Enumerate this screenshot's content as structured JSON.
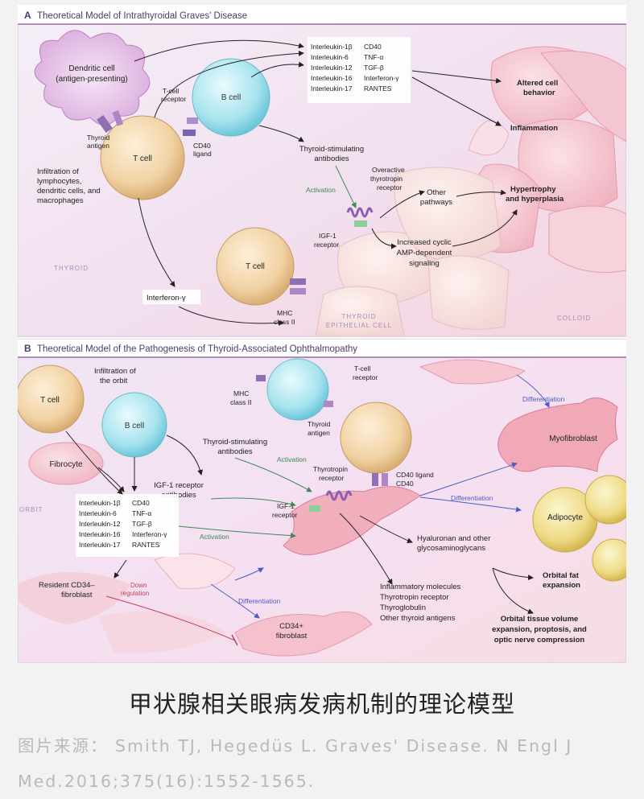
{
  "panelA": {
    "title": "Theoretical Model of Intrathyroidal Graves' Disease",
    "letter": "A",
    "dendritic_cell": [
      "Dendritic cell",
      "(antigen-presenting)"
    ],
    "b_cell": "B cell",
    "t_cell": "T cell",
    "t_cell_2": "T cell",
    "t_cell_receptor": [
      "T-cell",
      "receptor"
    ],
    "thyroid_antigen": [
      "Thyroid",
      "antigen"
    ],
    "cd40_ligand": [
      "CD40",
      "ligand"
    ],
    "infiltration": [
      "Infiltration of",
      "lymphocytes,",
      "dendritic cells, and",
      "macrophages"
    ],
    "cytokines_left": [
      "Interleukin-1β",
      "Interleukin-6",
      "Interleukin-12",
      "Interleukin-16",
      "Interleukin-17"
    ],
    "cytokines_right": [
      "CD40",
      "TNF-α",
      "TGF-β",
      "Interferon-γ",
      "RANTES"
    ],
    "altered_cell": [
      "Altered cell",
      "behavior"
    ],
    "inflammation": "Inflammation",
    "tsab": [
      "Thyroid-stimulating",
      "antibodies"
    ],
    "activation": "Activation",
    "overactive": [
      "Overactive",
      "thyrotropin",
      "receptor"
    ],
    "igf_receptor": [
      "IGF-1",
      "receptor"
    ],
    "other_pathways": [
      "Other",
      "pathways"
    ],
    "hypertrophy": [
      "Hypertrophy",
      "and hyperplasia"
    ],
    "camp": [
      "Increased cyclic",
      "AMP-dependent",
      "signaling"
    ],
    "thyroid": "THYROID",
    "interferon": "Interferon-γ",
    "mhc": [
      "MHC",
      "class II"
    ],
    "epithelial": [
      "THYROID",
      "EPITHELIAL CELL"
    ],
    "colloid": "COLLOID"
  },
  "panelB": {
    "title": "Theoretical Model of the Pathogenesis of Thyroid-Associated Ophthalmopathy",
    "letter": "B",
    "t_cell": "T cell",
    "infiltration": [
      "Infiltration of",
      "the orbit"
    ],
    "b_cell": "B cell",
    "fibrocyte": "Fibrocyte",
    "mhc": [
      "MHC",
      "class II"
    ],
    "thyroid_antigen": [
      "Thyroid",
      "antigen"
    ],
    "t_cell_receptor": [
      "T-cell",
      "receptor"
    ],
    "differentiation": "Differentiation",
    "myofibroblast": "Myofibroblast",
    "tsab": [
      "Thyroid-stimulating",
      "antibodies"
    ],
    "activation": "Activation",
    "thyrotropin_receptor": [
      "Thyrotropin",
      "receptor"
    ],
    "cd40_ligand": "CD40 ligand",
    "cd40": "CD40",
    "igf_antibodies": [
      "IGF-1 receptor",
      "antibodies"
    ],
    "igf_receptor": [
      "IGF-1",
      "receptor"
    ],
    "orbit": "ORBIT",
    "cytokines_left": [
      "Interleukin-1β",
      "Interleukin-6",
      "Interleukin-12",
      "Interleukin-16",
      "Interleukin-17"
    ],
    "cytokines_right": [
      "CD40",
      "TNF-α",
      "TGF-β",
      "Interferon-γ",
      "RANTES"
    ],
    "activation_2": "Activation",
    "differentiation_2": "Differentiation",
    "adipocyte": "Adipocyte",
    "hyaluronan": [
      "Hyaluronan and other",
      "glycosaminoglycans"
    ],
    "resident": [
      "Resident CD34–",
      "fibroblast"
    ],
    "down_regulation": [
      "Down",
      "regulation"
    ],
    "differentiation_3": "Differentiation",
    "cd34_fibroblast": [
      "CD34+",
      "fibroblast"
    ],
    "inflammatory": [
      "Inflammatory molecules",
      "Thyrotropin receptor",
      "Thyroglobulin",
      "Other thyroid antigens"
    ],
    "orbital_fat": [
      "Orbital fat",
      "expansion"
    ],
    "orbital_tissue": [
      "Orbital tissue volume",
      "expansion, proptosis, and",
      "optic nerve compression"
    ]
  },
  "caption": "甲状腺相关眼病发病机制的理论模型",
  "source": "图片来源： Smith TJ, Hegedüs L. Graves' Disease. N Engl J Med.2016;375(16):1552-1565."
}
